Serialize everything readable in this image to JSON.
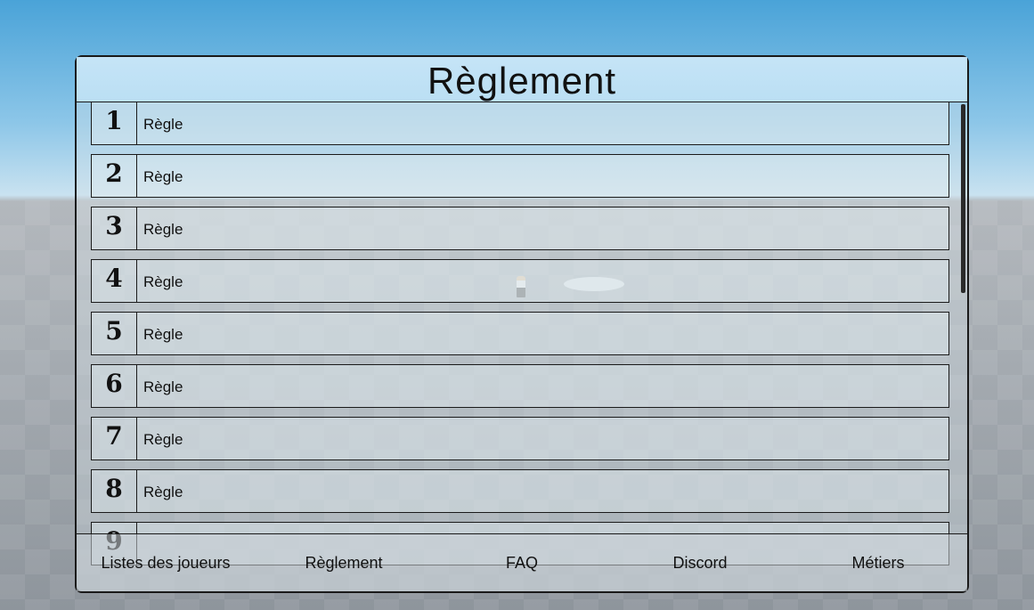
{
  "panel": {
    "title": "Règlement"
  },
  "rules": [
    {
      "number": "1",
      "text": "Règle"
    },
    {
      "number": "2",
      "text": "Règle"
    },
    {
      "number": "3",
      "text": "Règle"
    },
    {
      "number": "4",
      "text": "Règle"
    },
    {
      "number": "5",
      "text": "Règle"
    },
    {
      "number": "6",
      "text": "Règle"
    },
    {
      "number": "7",
      "text": "Règle"
    },
    {
      "number": "8",
      "text": "Règle"
    },
    {
      "number": "9",
      "text": ""
    }
  ],
  "nav": {
    "players": "Listes des joueurs",
    "rules": "Règlement",
    "faq": "FAQ",
    "discord": "Discord",
    "jobs": "Métiers"
  }
}
